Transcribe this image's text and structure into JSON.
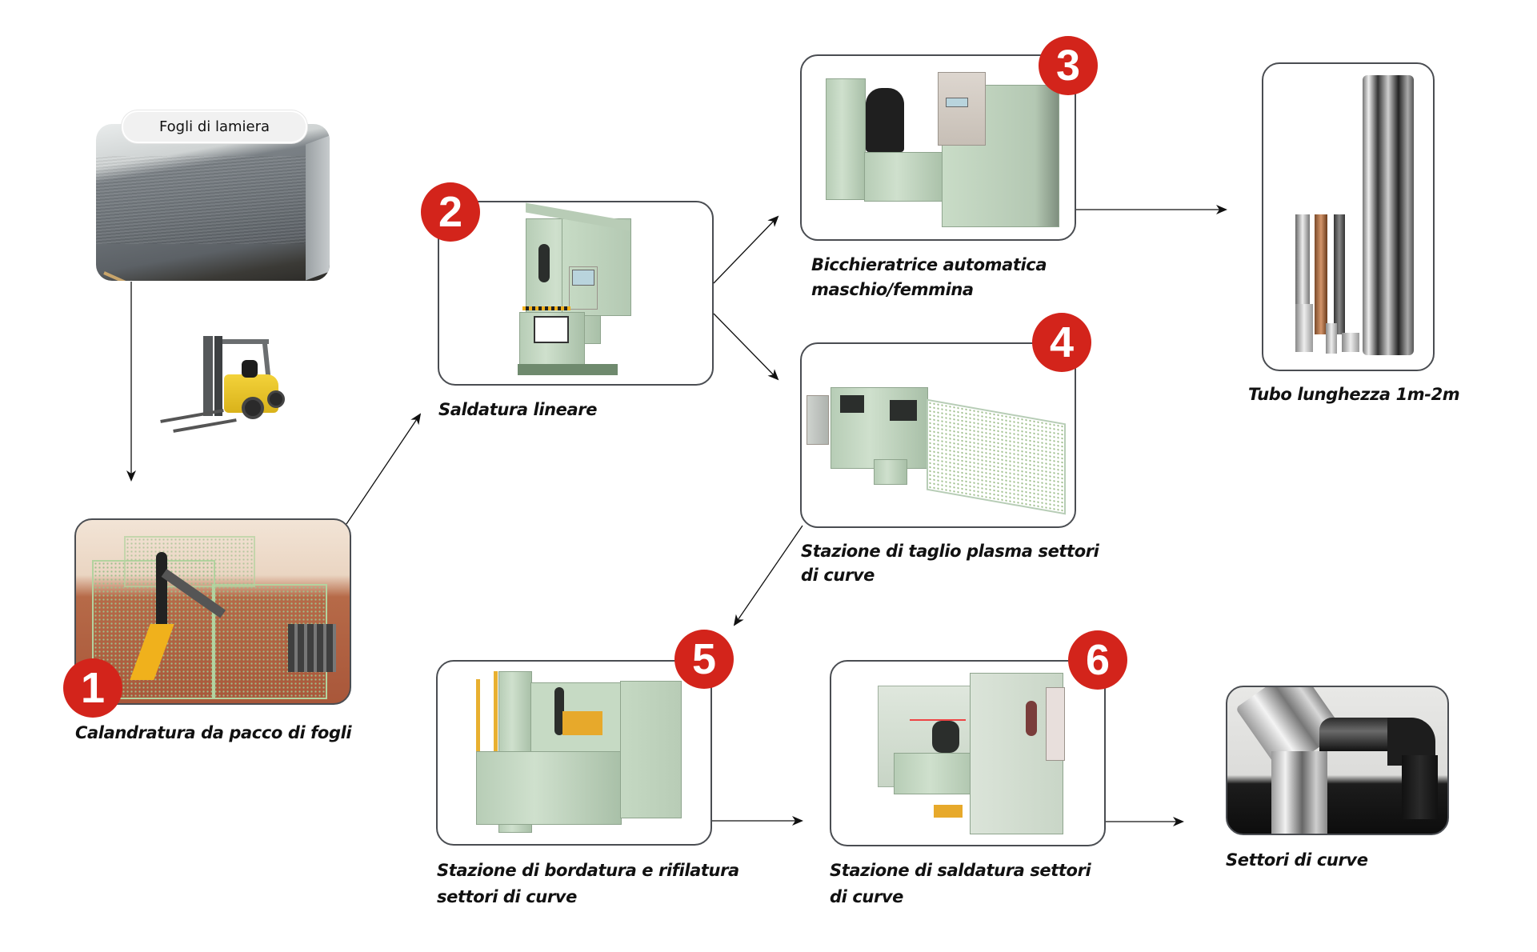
{
  "diagram": {
    "title": "Linea di produzione tubi e settori di curve",
    "raw_material": {
      "label": "Fogli di lamiera",
      "icon": "metal-sheets-photo"
    },
    "transport": {
      "icon": "forklift-icon"
    },
    "steps": [
      {
        "number": "1",
        "label": "Calandratura da pacco di fogli",
        "image": "rolling-machine-photo"
      },
      {
        "number": "2",
        "label": "Saldatura lineare",
        "image": "linear-welding-machine-photo"
      },
      {
        "number": "3",
        "label_line1": "Bicchieratrice automatica",
        "label_line2": "maschio/femmina",
        "image": "socket-forming-machine-photo"
      },
      {
        "number": "4",
        "label_line1": "Stazione di taglio plasma settori",
        "label_line2": "di curve",
        "image": "plasma-cutting-station-photo"
      },
      {
        "number": "5",
        "label_line1": "Stazione di bordatura e rifilatura",
        "label_line2": "settori di curve",
        "image": "beading-trimming-station-photo"
      },
      {
        "number": "6",
        "label_line1": "Stazione di saldatura settori",
        "label_line2": "di curve",
        "image": "sector-welding-station-photo"
      }
    ],
    "outputs": [
      {
        "label": "Tubo lunghezza 1m-2m",
        "image": "pipes-photo"
      },
      {
        "label": "Settori di curve",
        "image": "elbow-sectors-photo"
      }
    ],
    "flow": [
      {
        "from": "Fogli di lamiera",
        "to": "1"
      },
      {
        "from": "1",
        "to": "2"
      },
      {
        "from": "2",
        "to": "3"
      },
      {
        "from": "2",
        "to": "4"
      },
      {
        "from": "3",
        "to": "Tubo lunghezza 1m-2m"
      },
      {
        "from": "4",
        "to": "5"
      },
      {
        "from": "5",
        "to": "6"
      },
      {
        "from": "6",
        "to": "Settori di curve"
      }
    ],
    "colors": {
      "badge": "#d3241b",
      "border": "#4a4d52",
      "arrow": "#111111",
      "machine_green": "#c3d8c1"
    }
  }
}
